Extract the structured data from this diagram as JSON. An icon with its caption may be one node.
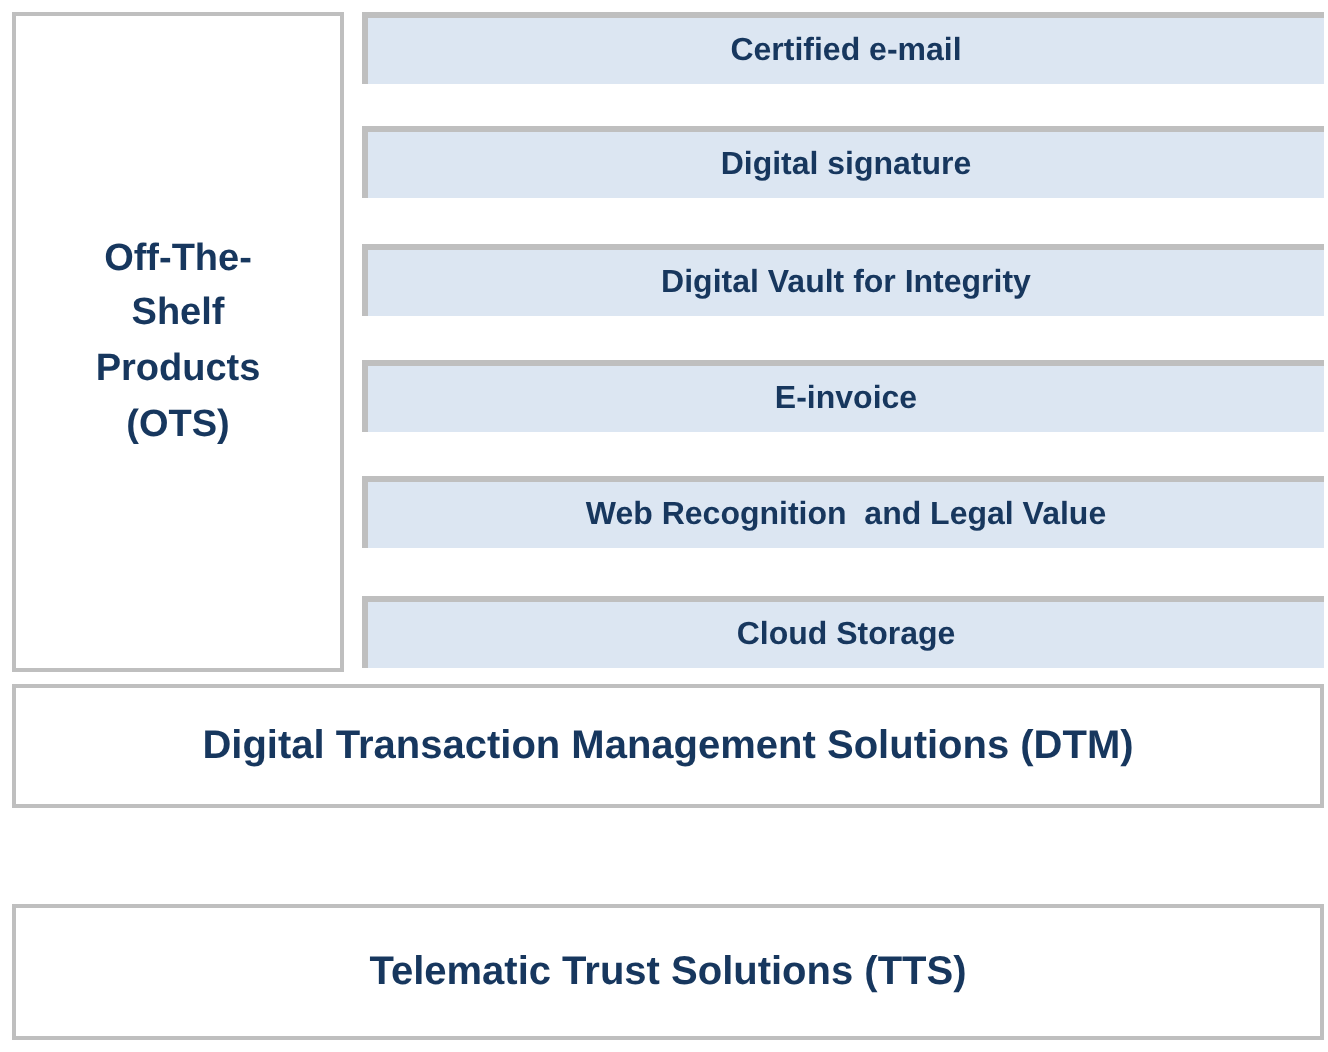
{
  "diagram": {
    "nodes": [
      {
        "text": [
          "Off-The-Shelf Products (OTS)"
        ]
      },
      {
        "text": [
          "Certified e-mail"
        ]
      },
      {
        "text": [
          "Digital signature"
        ]
      },
      {
        "text": [
          "Digital Vault for Integrity"
        ]
      },
      {
        "text": [
          "E-invoice"
        ]
      },
      {
        "text": [
          "Web Recognition  and Legal Value"
        ]
      },
      {
        "text": [
          "Cloud Storage"
        ]
      },
      {
        "text": [
          "Digital Transaction Management Solutions (DTM)"
        ]
      },
      {
        "text": [
          "Telematic Trust Solutions (TTS)"
        ]
      }
    ]
  }
}
